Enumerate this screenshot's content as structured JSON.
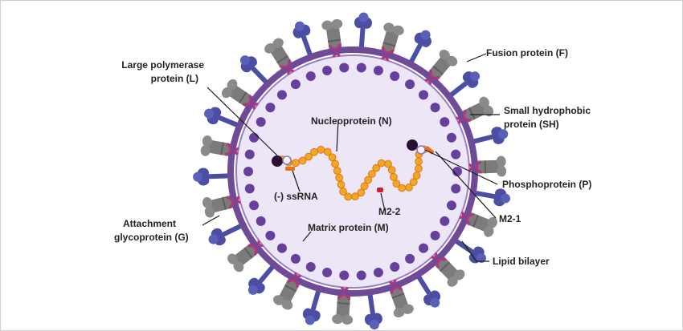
{
  "labels": {
    "large_polymerase_1": "Large polymerase",
    "large_polymerase_2": "protein (L)",
    "nucleoprotein": "Nucleoprotein (N)",
    "fusion": "Fusion protein (F)",
    "small_hydrophobic_1": "Small hydrophobic",
    "small_hydrophobic_2": "protein (SH)",
    "phosphoprotein": "Phosphoprotein (P)",
    "ssrna": "(-) ssRNA",
    "m2_2": "M2-2",
    "m2_1": "M2-1",
    "attachment_1": "Attachment",
    "attachment_2": "glycoprotein (G)",
    "matrix": "Matrix protein (M)",
    "lipid": "Lipid bilayer"
  },
  "colors": {
    "interior": "#ede6f7",
    "membrane": "#6f4a97",
    "matrix_dots": "#673f9d",
    "g_protein": "#4b4ea3",
    "f_protein": "#7b7b7b",
    "sh_protein": "#b4337f",
    "rna_beads": "#f4a52c",
    "rna_strand": "#e8711a",
    "polymerase": "#2a0f35",
    "m2_2": "#c8202b"
  }
}
